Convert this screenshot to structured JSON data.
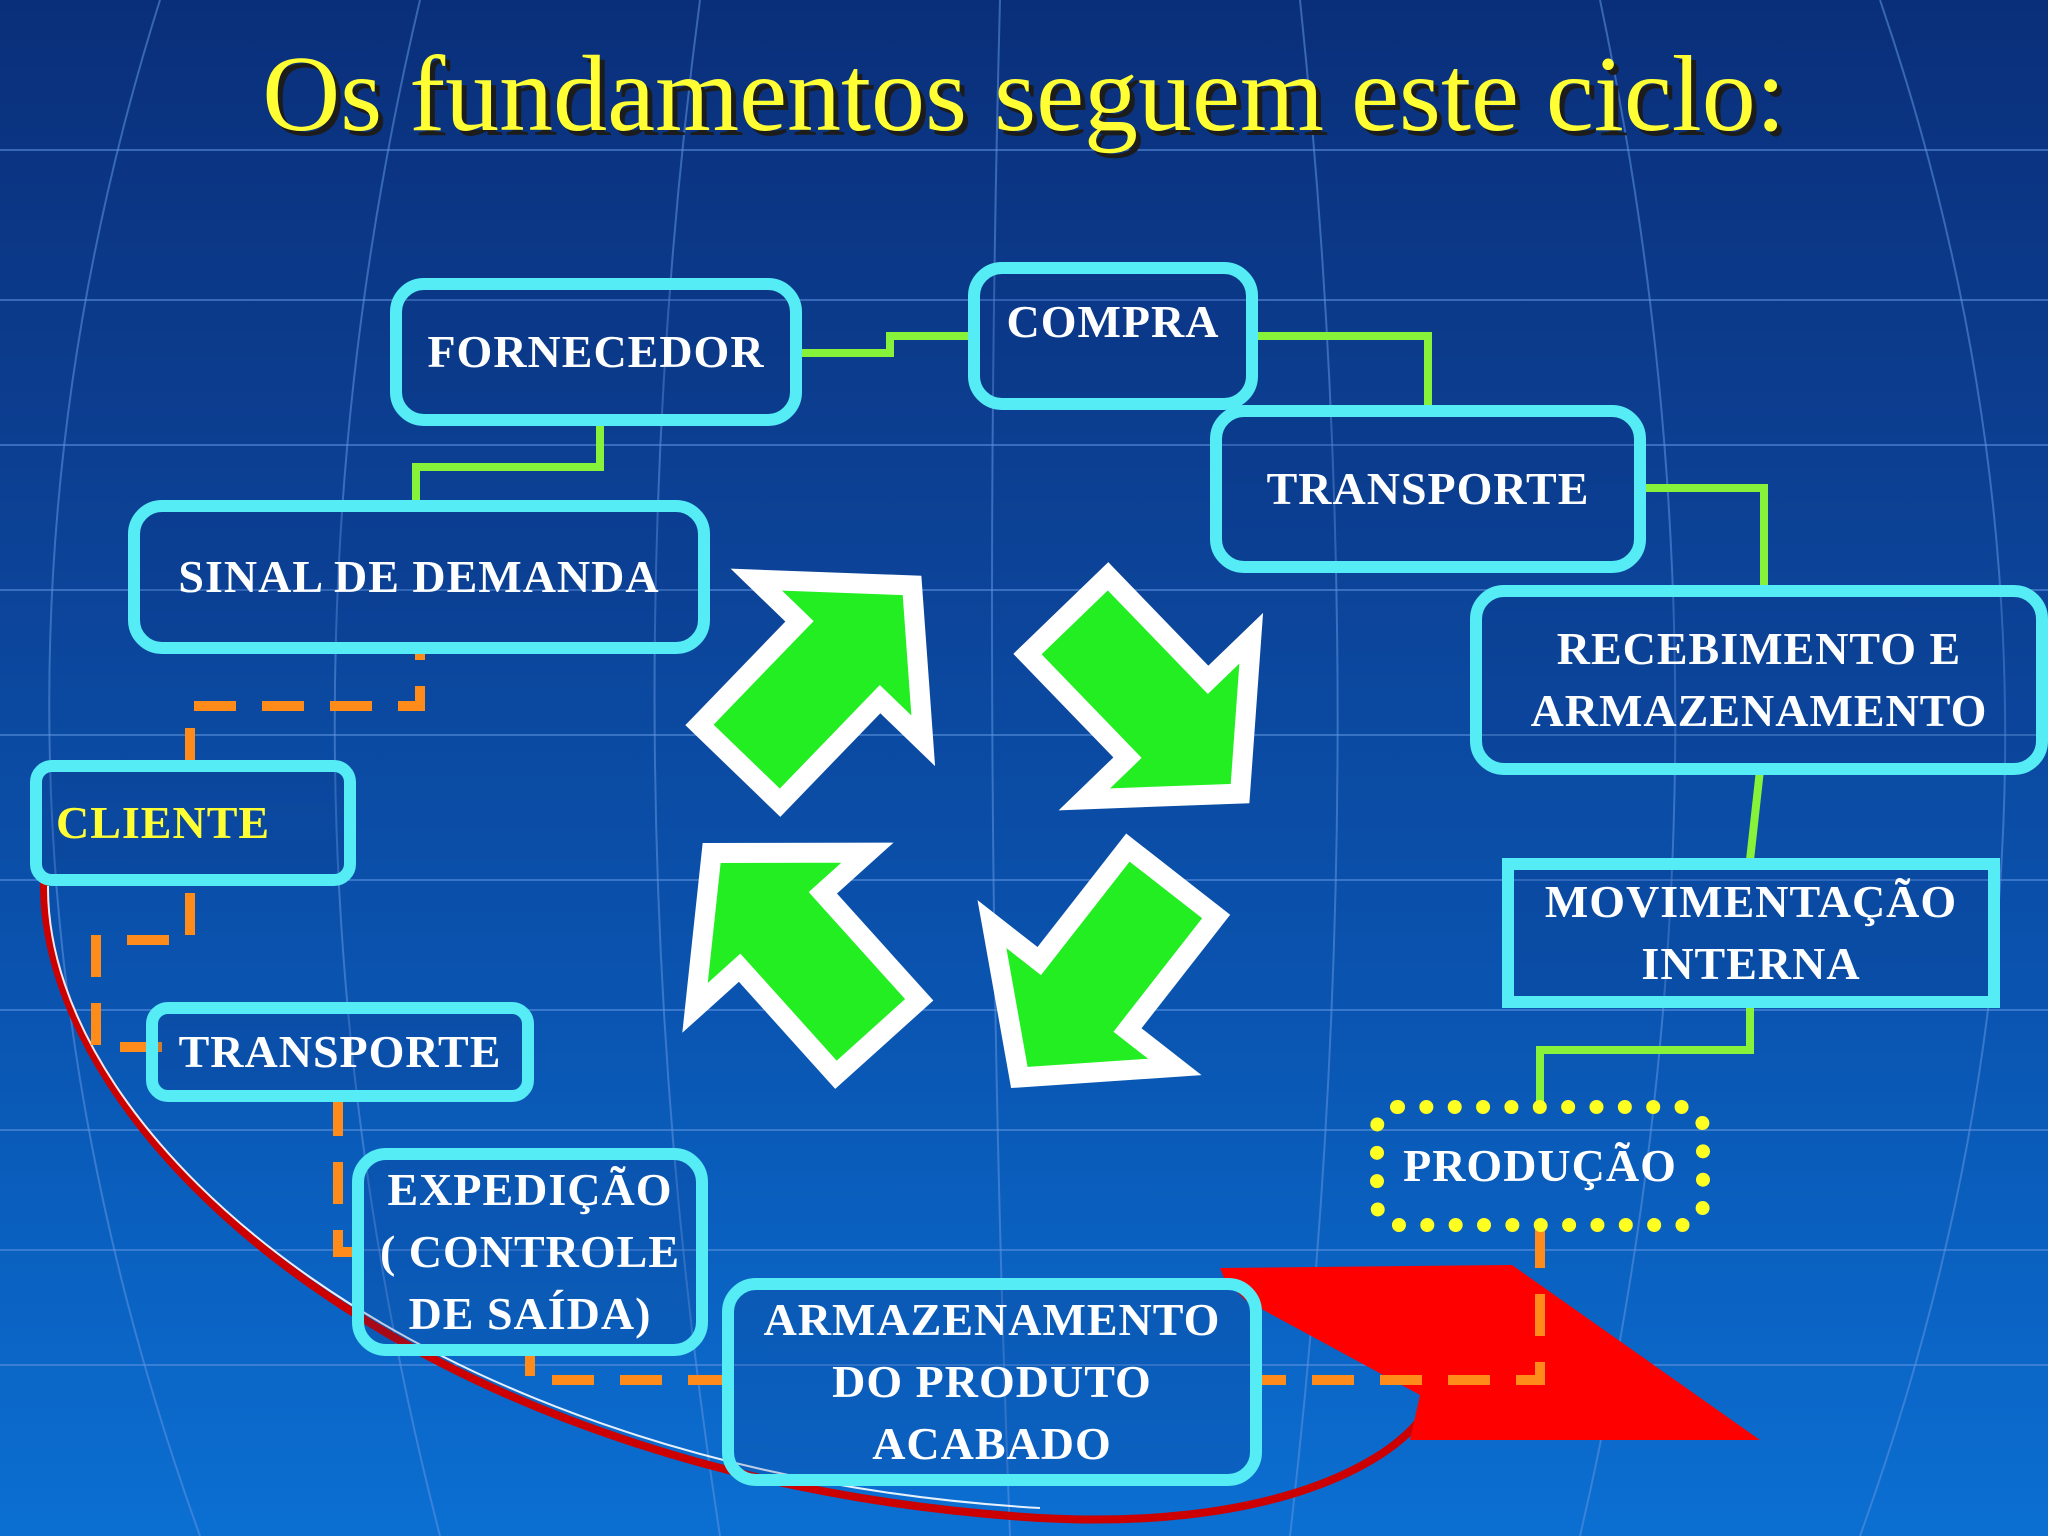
{
  "title": "Os fundamentos seguem este ciclo:",
  "colors": {
    "title": "#ffff33",
    "box_border": "#55ecf5",
    "connector_green": "#86f23a",
    "connector_orange": "#ff8c1a",
    "arrow_fill": "#22ee22",
    "arrow_outline": "#ffffff",
    "return_arrow": "#ff0000",
    "production_border": "#ffff22"
  },
  "diagram": {
    "nodes": {
      "fornecedor": "FORNECEDOR",
      "compra": "COMPRA",
      "transporte_top": "TRANSPORTE",
      "recebimento": "RECEBIMENTO E\nARMAZENAMENTO",
      "movimentacao": "MOVIMENTAÇÃO\nINTERNA",
      "producao": "PRODUÇÃO",
      "armazenamento_produto": "ARMAZENAMENTO\nDO PRODUTO\nACABADO",
      "expedicao": "EXPEDIÇÃO\n( CONTROLE\nDE SAÍDA)",
      "transporte_bottom": "TRANSPORTE",
      "cliente": "CLIENTE",
      "sinal_demanda": "SINAL DE DEMANDA"
    },
    "center_arrows": [
      "arrow-up-right",
      "arrow-down-right",
      "arrow-down-left",
      "arrow-up-left"
    ]
  }
}
